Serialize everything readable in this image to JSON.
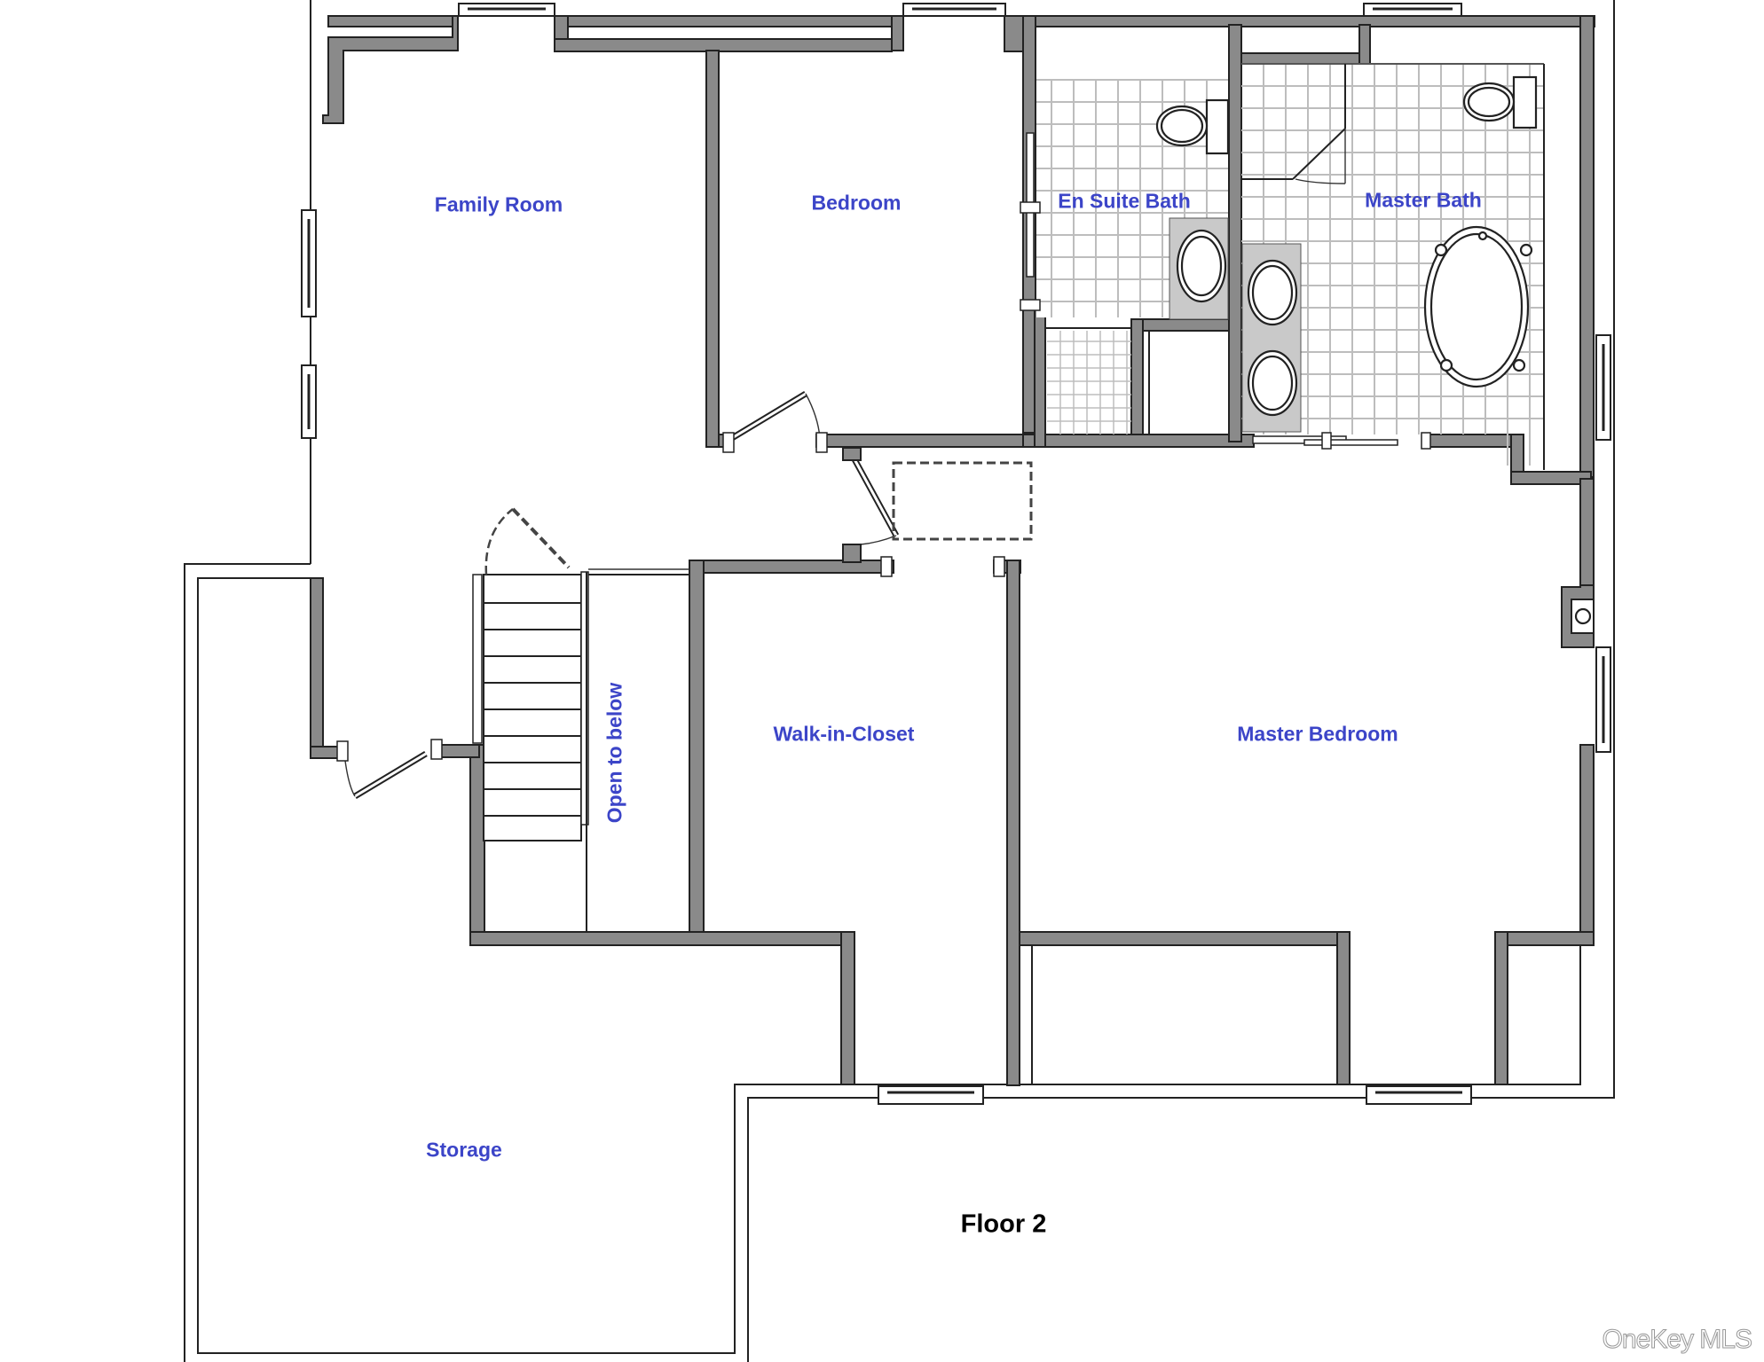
{
  "plan": {
    "floor_title": "Floor 2",
    "label_color": "#3c45c8",
    "wall_color": "#8a8a8a",
    "rooms": {
      "family_room": "Family Room",
      "bedroom": "Bedroom",
      "en_suite_bath": "En Suite Bath",
      "master_bath": "Master Bath",
      "walk_in_closet": "Walk-in-Closet",
      "master_bedroom": "Master Bedroom",
      "storage": "Storage",
      "open_to_below": "Open to below"
    }
  },
  "watermark": "OneKey MLS"
}
